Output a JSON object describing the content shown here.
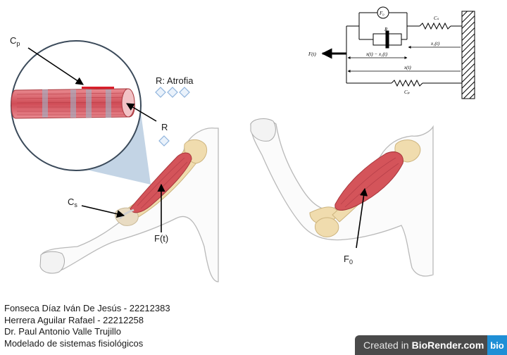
{
  "labels": {
    "cp_main": "C",
    "cp_sub": "p",
    "r_atrofia": "R: Atrofia",
    "r": "R",
    "cs_main": "C",
    "cs_sub": "s",
    "ft": "F(t)",
    "f0_main": "F",
    "f0_sub": "0"
  },
  "circuit": {
    "f0": "F₀",
    "cs": "Cₛ",
    "r": "R",
    "ft": "F(t)",
    "x1t": "x₁(t)",
    "diff": "x(t) − x₁(t)",
    "xt": "x(t)",
    "cp": "Cₚ"
  },
  "credits": [
    "Fonseca Díaz Iván De Jesús - 22212383",
    "Herrera Aguilar Rafael - 22212258",
    "Dr. Paul Antonio Valle Trujillo",
    "Modelado de sistemas fisiológicos"
  ],
  "brand": {
    "created_in": "Created in",
    "name": "BioRender.com",
    "logo": "bio"
  },
  "colors": {
    "muscle": "#d4545a",
    "bone": "#f0dcae",
    "skin_outline": "#b9b9b9",
    "zoom_fill": "#b8cde0",
    "diamond": "#8fb3dc",
    "brand_bg": "#4a4a4a",
    "brand_logo": "#1f8fd6"
  }
}
